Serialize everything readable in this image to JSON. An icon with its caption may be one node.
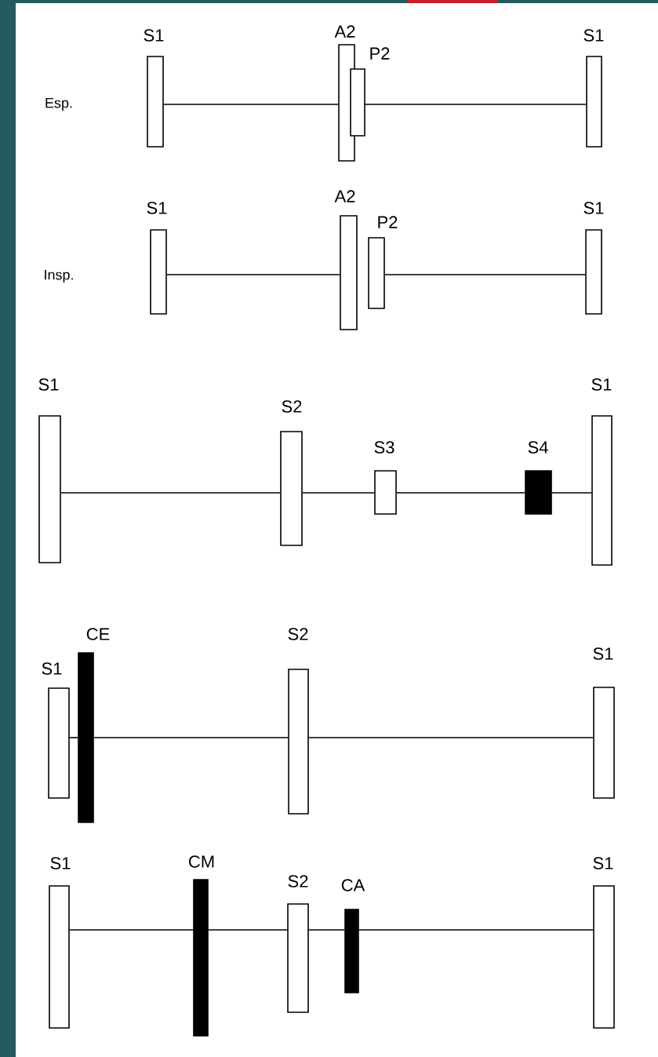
{
  "diagram": {
    "nodes": [
      {
        "text": [
          "S1"
        ]
      },
      {
        "text": [
          "A2"
        ]
      },
      {
        "text": [
          "P2"
        ]
      },
      {
        "text": [
          "S1"
        ]
      },
      {
        "text": [
          "S1"
        ]
      },
      {
        "text": [
          "A2"
        ]
      },
      {
        "text": [
          "P2"
        ]
      },
      {
        "text": [
          "S1"
        ]
      },
      {
        "text": [
          "S1"
        ]
      },
      {
        "text": [
          "S2"
        ]
      },
      {
        "text": [
          "S3"
        ]
      },
      {
        "text": [
          "S4"
        ]
      },
      {
        "text": [
          "S1"
        ]
      },
      {
        "text": [
          "S1"
        ]
      },
      {
        "text": [
          "CE"
        ]
      },
      {
        "text": [
          "S2"
        ]
      },
      {
        "text": [
          "S1"
        ]
      },
      {
        "text": [
          "S1"
        ]
      },
      {
        "text": [
          "CM"
        ]
      },
      {
        "text": [
          "S2"
        ]
      },
      {
        "text": [
          "CA"
        ]
      },
      {
        "text": [
          "S1"
        ]
      }
    ],
    "edges": [
      {
        "from": 0,
        "to": 1,
        "arrow": "none"
      },
      {
        "from": 2,
        "to": 3,
        "arrow": "none"
      },
      {
        "from": 4,
        "to": 5,
        "arrow": "none"
      },
      {
        "from": 6,
        "to": 7,
        "arrow": "none"
      },
      {
        "from": 8,
        "to": 9,
        "arrow": "none"
      },
      {
        "from": 9,
        "to": 10,
        "arrow": "none"
      },
      {
        "from": 10,
        "to": 11,
        "arrow": "none"
      },
      {
        "from": 11,
        "to": 12,
        "arrow": "none"
      },
      {
        "from": 13,
        "to": 14,
        "arrow": "none"
      },
      {
        "from": 14,
        "to": 15,
        "arrow": "none"
      },
      {
        "from": 15,
        "to": 16,
        "arrow": "none"
      },
      {
        "from": 17,
        "to": 18,
        "arrow": "none"
      },
      {
        "from": 18,
        "to": 19,
        "arrow": "none"
      },
      {
        "from": 19,
        "to": 20,
        "arrow": "none"
      },
      {
        "from": 20,
        "to": 21,
        "arrow": "none"
      }
    ],
    "labels": [
      "Esp.",
      "Insp."
    ]
  }
}
